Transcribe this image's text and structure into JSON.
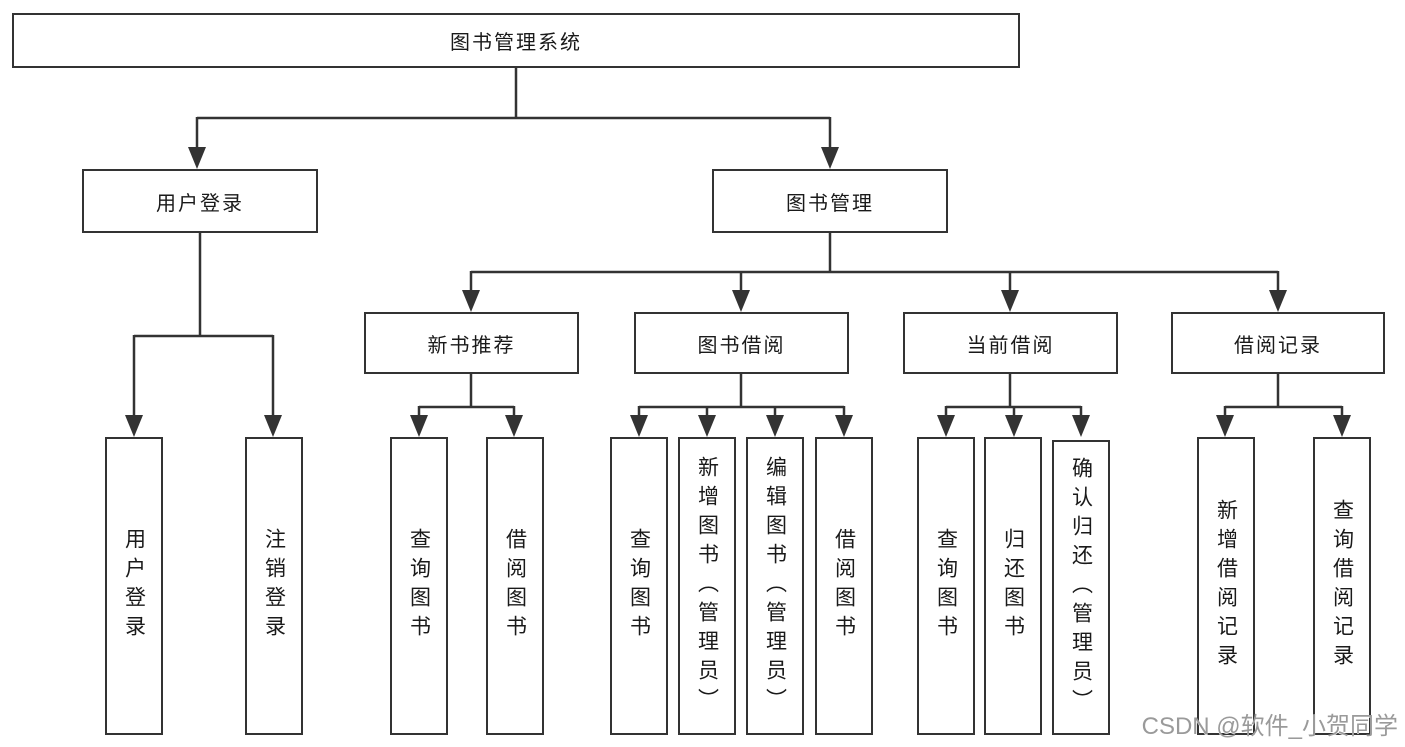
{
  "diagram_title": "图书管理系统",
  "tree": {
    "root": {
      "label": "图书管理系统"
    },
    "branches": [
      {
        "label": "用户登录",
        "children": [
          {
            "label": "用户登录"
          },
          {
            "label": "注销登录"
          }
        ]
      },
      {
        "label": "图书管理",
        "children": [
          {
            "label": "新书推荐",
            "children": [
              {
                "label": "查询图书"
              },
              {
                "label": "借阅图书"
              }
            ]
          },
          {
            "label": "图书借阅",
            "children": [
              {
                "label": "查询图书"
              },
              {
                "label": "新增图书（管理员）"
              },
              {
                "label": "编辑图书（管理员）"
              },
              {
                "label": "借阅图书"
              }
            ]
          },
          {
            "label": "当前借阅",
            "children": [
              {
                "label": "查询图书"
              },
              {
                "label": "归还图书"
              },
              {
                "label": "确认归还（管理员）"
              }
            ]
          },
          {
            "label": "借阅记录",
            "children": [
              {
                "label": "新增借阅记录"
              },
              {
                "label": "查询借阅记录"
              }
            ]
          }
        ]
      }
    ]
  },
  "watermark": "CSDN @软件_小贺同学",
  "colors": {
    "line": "#333333",
    "box_border": "#333333",
    "text": "#1a1a1a",
    "watermark": "#9a9a9a",
    "background": "#ffffff"
  }
}
